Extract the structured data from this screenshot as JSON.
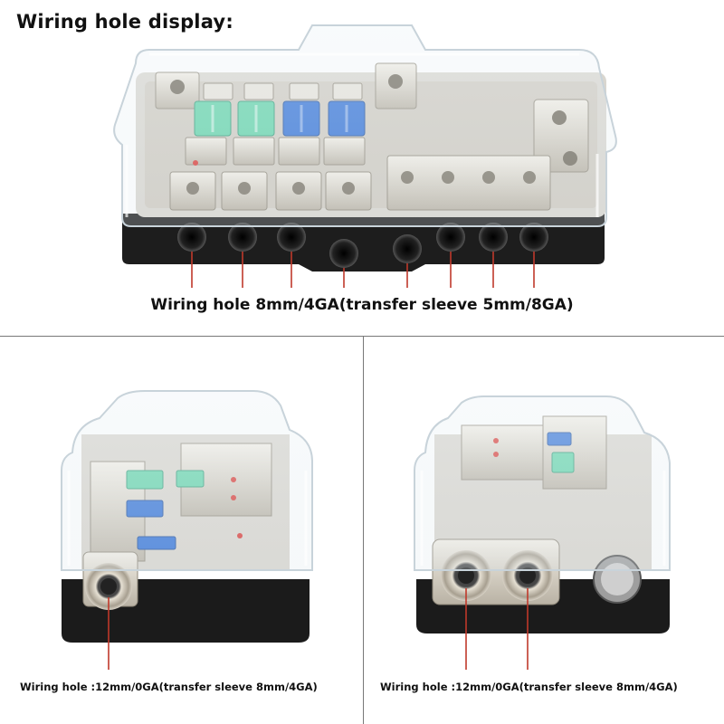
{
  "header": {
    "title": "Wiring hole display:"
  },
  "top_panel": {
    "caption": "Wiring hole 8mm/4GA(transfer sleeve 5mm/8GA)"
  },
  "bottom_left": {
    "caption": "Wiring hole :12mm/0GA(transfer sleeve 8mm/4GA)"
  },
  "bottom_right": {
    "caption": "Wiring hole :12mm/0GA(transfer sleeve 8mm/4GA)"
  },
  "colors": {
    "fuse_green": "#5fd3a8",
    "fuse_blue": "#2e6fd6",
    "leader_red": "#c0392b",
    "base_black": "#1c1c1c"
  }
}
